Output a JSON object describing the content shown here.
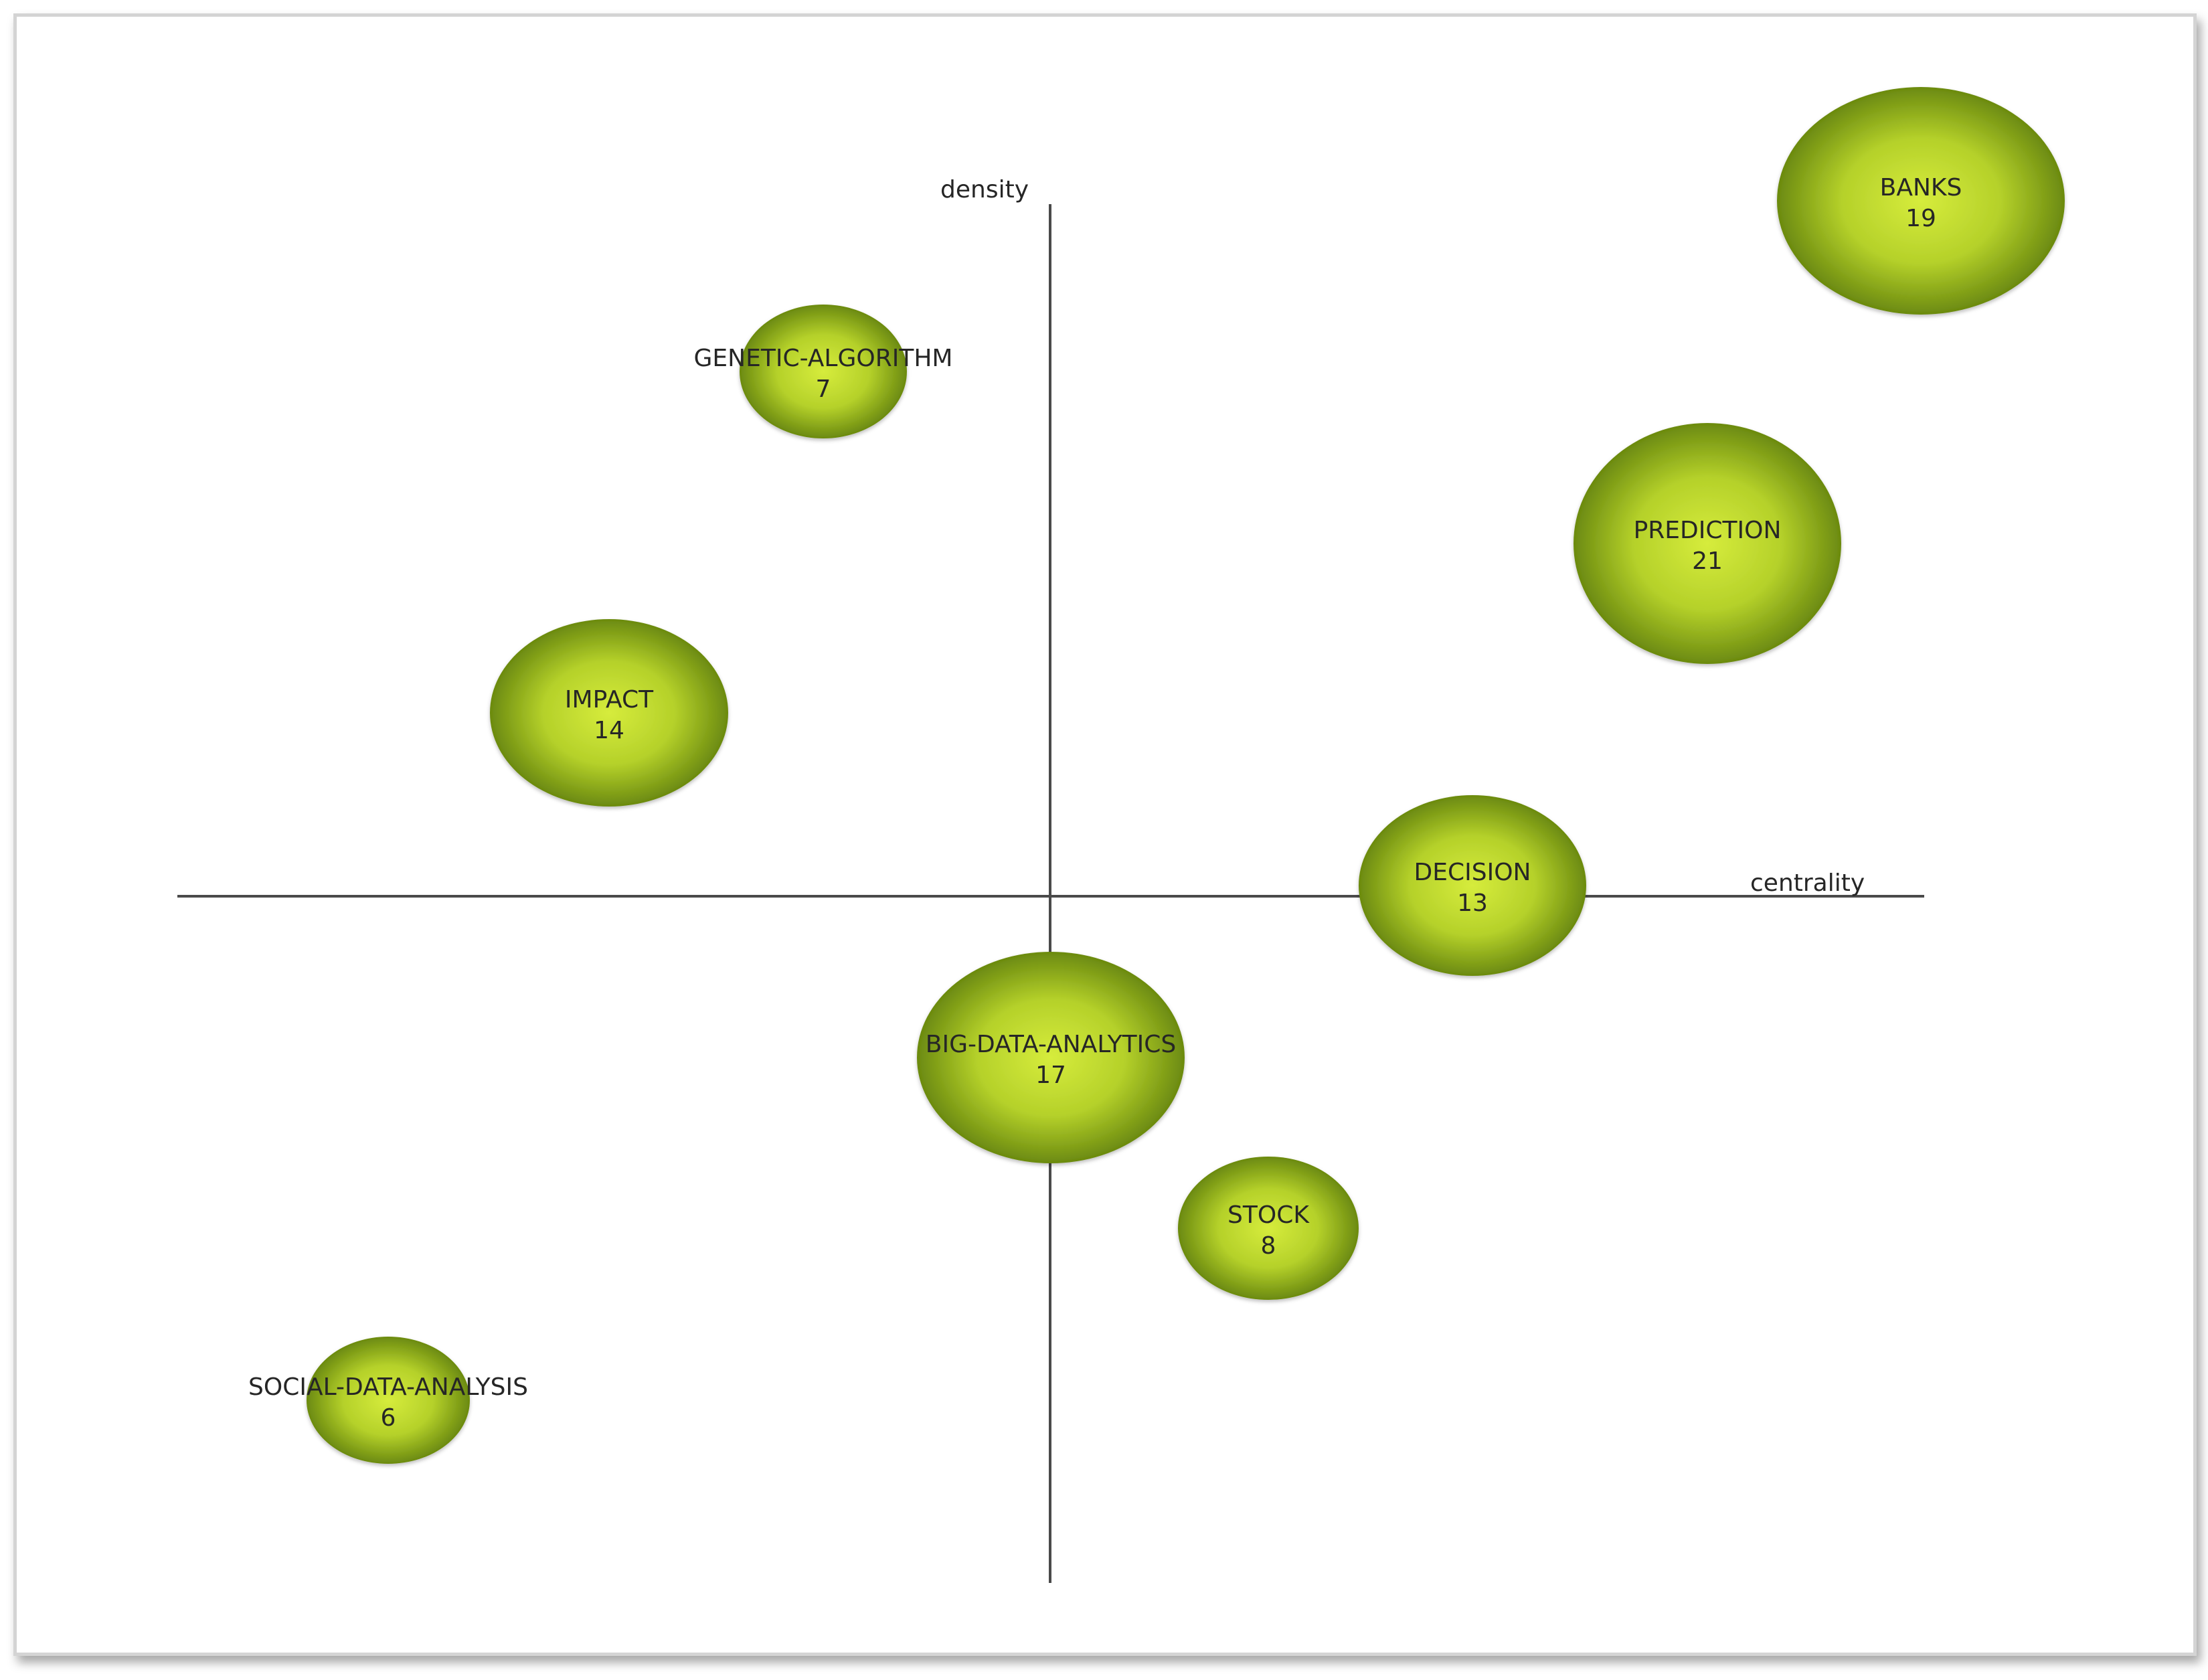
{
  "chart_data": {
    "type": "scatter",
    "subtype": "bubble",
    "title": "",
    "xlabel": "centrality",
    "ylabel": "density",
    "xlim": [
      -10,
      10
    ],
    "ylim": [
      -8,
      8
    ],
    "grid": false,
    "legend": "none",
    "colors": {
      "bubble_center": "#d6ec3c",
      "bubble_edge": "#6b8a10",
      "axis": "#4a4a4a",
      "label": "#262626",
      "frame": "#d4d4d4"
    },
    "series": [
      {
        "points": [
          {
            "label": "BANKS",
            "value": 19,
            "x": 10.0,
            "y": 8.0
          },
          {
            "label": "GENETIC-ALGORITHM",
            "value": 7,
            "x": -2.5,
            "y": 6.0
          },
          {
            "label": "PREDICTION",
            "value": 21,
            "x": 7.5,
            "y": 4.0
          },
          {
            "label": "IMPACT",
            "value": 14,
            "x": -5.0,
            "y": 2.0
          },
          {
            "label": "DECISION",
            "value": 13,
            "x": 5.0,
            "y": 0.0
          },
          {
            "label": "BIG-DATA-ANALYTICS",
            "value": 17,
            "x": 0.0,
            "y": -2.0
          },
          {
            "label": "STOCK",
            "value": 8,
            "x": 2.5,
            "y": -4.0
          },
          {
            "label": "SOCIAL-DATA-ANALYSIS",
            "value": 6,
            "x": -7.5,
            "y": -6.0
          }
        ]
      }
    ]
  }
}
